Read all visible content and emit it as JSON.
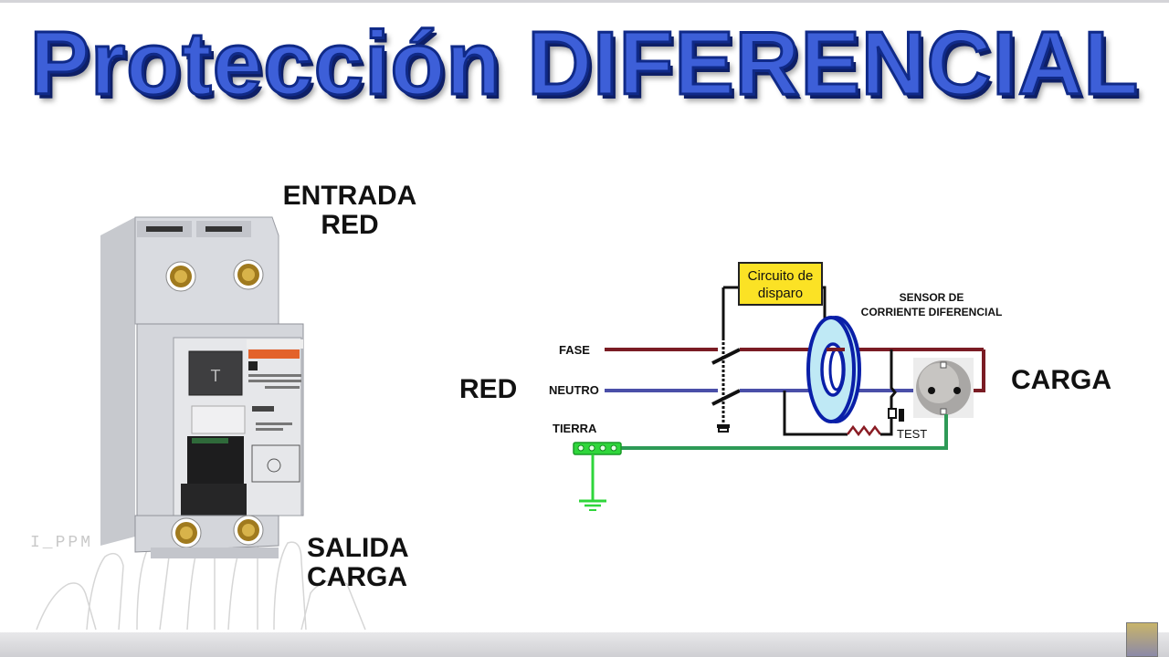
{
  "title": "Protección DIFERENCIAL",
  "device": {
    "label_input_line1": "ENTRADA",
    "label_input_line2": "RED",
    "label_output_line1": "SALIDA",
    "label_output_line2": "CARGA"
  },
  "schematic": {
    "source_label": "RED",
    "load_label": "CARGA",
    "conductors": {
      "fase": "FASE",
      "neutro": "NEUTRO",
      "tierra": "TIERRA"
    },
    "trip_circuit_line1": "Circuito de",
    "trip_circuit_line2": "disparo",
    "sensor_line1": "SENSOR DE",
    "sensor_line2": "CORRIENTE DIFERENCIAL",
    "test_label": "TEST"
  },
  "watermark": "I_PPM",
  "colors": {
    "title_fill": "#3d5fd8",
    "title_stroke": "#102a88",
    "fase_wire": "#7a1c24",
    "neutro_wire": "#4a4fa8",
    "tierra_wire": "#2e9a57",
    "trip_box": "#fbe225",
    "toroid_fill": "#bfe9f5",
    "toroid_stroke": "#0a1fa8"
  }
}
